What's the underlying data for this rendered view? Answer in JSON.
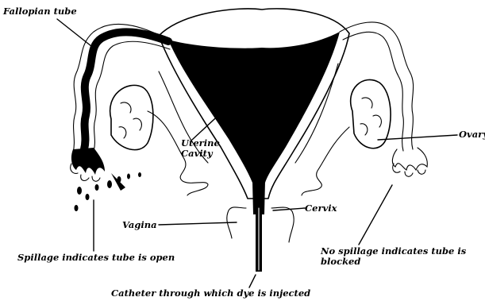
{
  "labels": {
    "fallopian_tube": "Fallopian tube",
    "uterine_cavity_line1": "Uterine",
    "uterine_cavity_line2": "Cavity",
    "ovary": "Ovary",
    "vagina": "Vagina",
    "cervix": "Cervix",
    "spillage_open": "Spillage indicates tube is open",
    "no_spillage_line1": "No spillage indicates tube is",
    "no_spillage_line2": "blocked",
    "catheter": "Catheter through which dye is injected"
  },
  "colors": {
    "ink": "#000000",
    "background": "#ffffff"
  }
}
